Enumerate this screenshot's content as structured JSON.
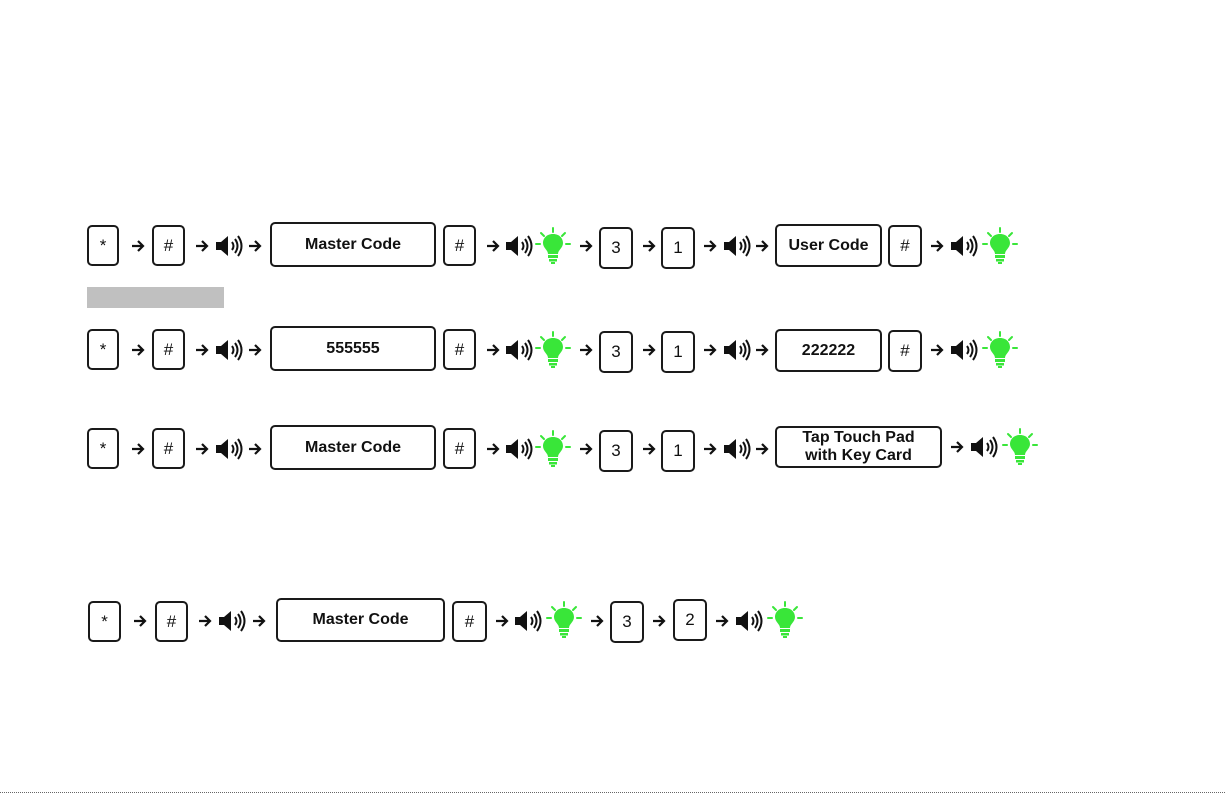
{
  "icons": {
    "arrow": "arrow-right-icon",
    "speaker": "speaker-beep-icon",
    "bulb": "green-light-icon"
  },
  "colors": {
    "light": "#39e639",
    "key_border": "#1a1a1a",
    "highlight": "#c0c0c0"
  },
  "sequences": [
    {
      "steps": [
        "*",
        "#",
        "Master Code",
        "#",
        "3",
        "1",
        "User Code",
        "#"
      ]
    },
    {
      "steps": [
        "*",
        "#",
        "555555",
        "#",
        "3",
        "1",
        "222222",
        "#"
      ]
    },
    {
      "steps": [
        "*",
        "#",
        "Master Code",
        "#",
        "3",
        "1",
        "Tap Touch Pad",
        "with Key Card"
      ]
    },
    {
      "steps": [
        "*",
        "#",
        "Master Code",
        "#",
        "3",
        "2"
      ]
    }
  ]
}
